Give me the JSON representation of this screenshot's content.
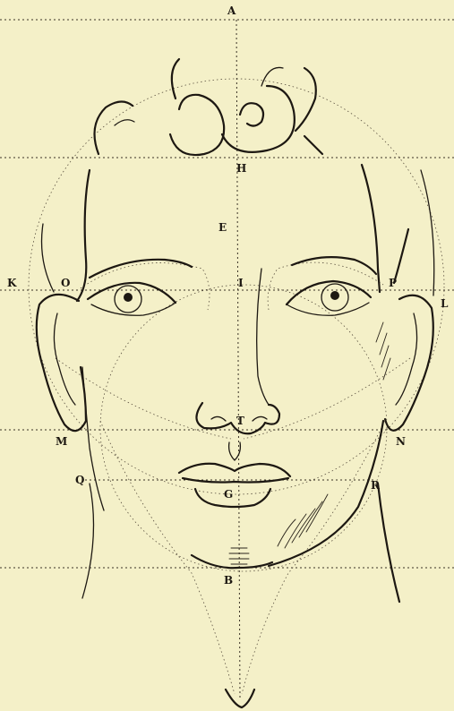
{
  "plate": {
    "background_color": "#f4f0c8",
    "ink_color": "#1d1812",
    "labels": {
      "A": "A",
      "H": "H",
      "E": "E",
      "K": "K",
      "O": "O",
      "I": "I",
      "P": "P",
      "L": "L",
      "T": "T",
      "M": "M",
      "N": "N",
      "Q": "Q",
      "R": "R",
      "G": "G",
      "B": "B"
    }
  }
}
